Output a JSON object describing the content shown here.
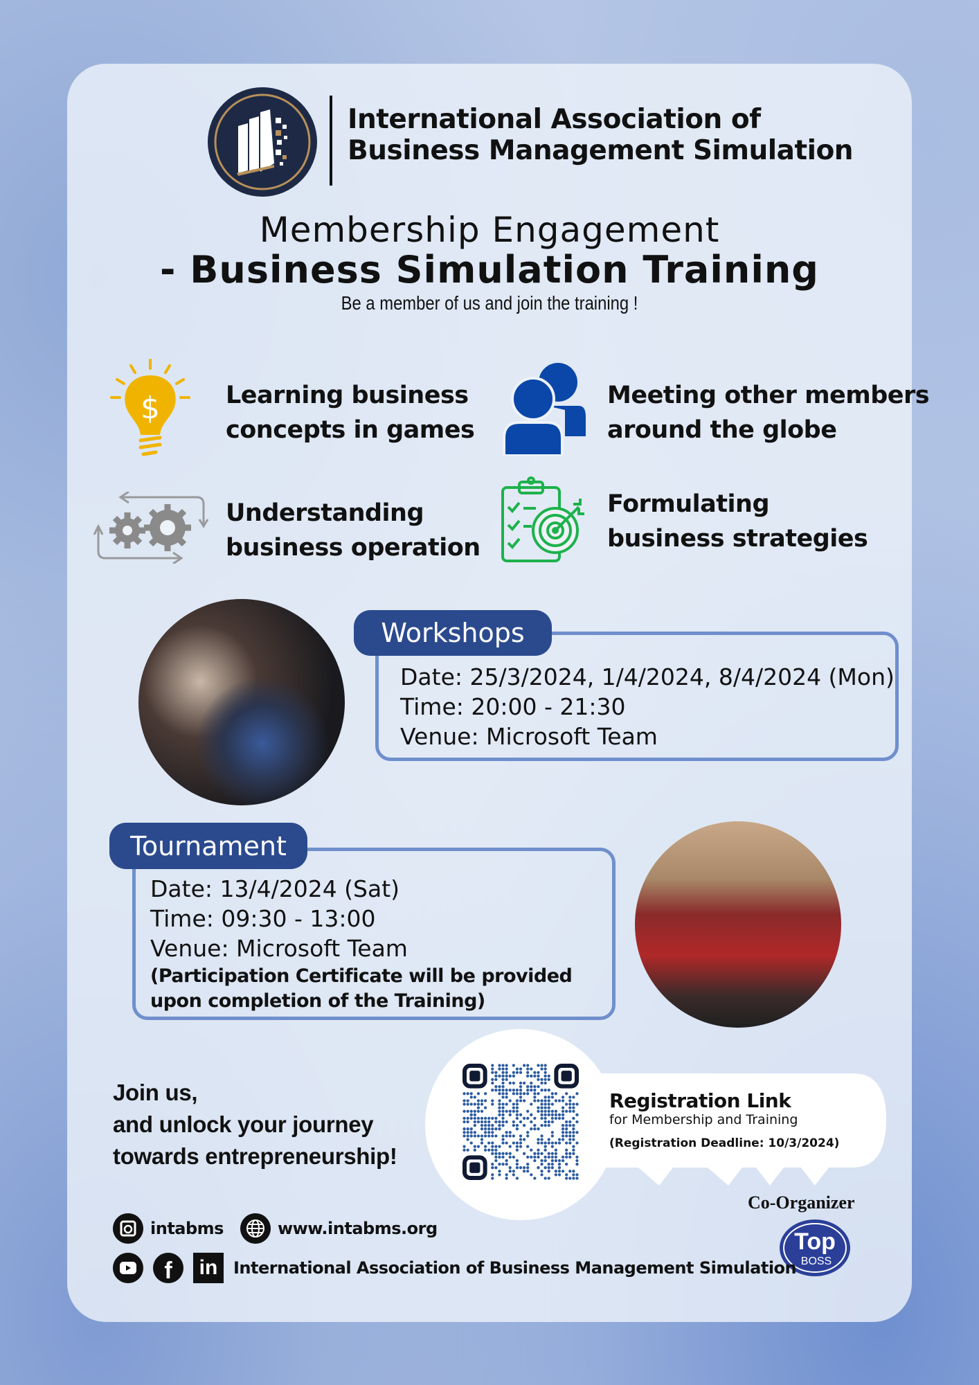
{
  "org_name": {
    "line1": "International Association of",
    "line2": "Business Management Simulation"
  },
  "title": {
    "line1": "Membership Engagement",
    "line2": "- Business Simulation Training",
    "subtitle": "Be a member of us and join the training !"
  },
  "features": [
    {
      "icon": "lightbulb-dollar-icon",
      "line1": "Learning business",
      "line2": "concepts in games"
    },
    {
      "icon": "users-icon",
      "line1": "Meeting other members",
      "line2": "around the globe"
    },
    {
      "icon": "gears-cycle-icon",
      "line1": "Understanding",
      "line2": "business operation"
    },
    {
      "icon": "checklist-target-icon",
      "line1": "Formulating",
      "line2": "business strategies"
    }
  ],
  "workshops": {
    "label": "Workshops",
    "date": "Date: 25/3/2024, 1/4/2024, 8/4/2024 (Mon)",
    "time": "Time: 20:00 - 21:30",
    "venue": "Venue: Microsoft Team"
  },
  "tournament": {
    "label": "Tournament",
    "date": "Date: 13/4/2024 (Sat)",
    "time": "Time: 09:30 - 13:00",
    "venue": "Venue: Microsoft Team",
    "note1": "(Participation Certificate will be provided",
    "note2": "upon completion of the Training)"
  },
  "join": {
    "line1": "Join us,",
    "line2": "and unlock your journey",
    "line3": "towards entrepreneurship!"
  },
  "registration": {
    "title": "Registration Link",
    "subtitle": "for Membership and Training",
    "deadline": "(Registration Deadline: 10/3/2024)"
  },
  "co_organizer": {
    "label": "Co-Organizer",
    "logo_text": "Top BOSS"
  },
  "social": {
    "instagram": "intabms",
    "website": "www.intabms.org",
    "page_name": "International Association of Business Management Simulation"
  },
  "colors": {
    "accent": "#2b4a8e",
    "border": "#6f8fcc",
    "logo_navy": "#1e2a45",
    "logo_gold": "#b8905a",
    "bulb": "#f0b400",
    "users": "#0a47a8",
    "green": "#1db24b"
  }
}
